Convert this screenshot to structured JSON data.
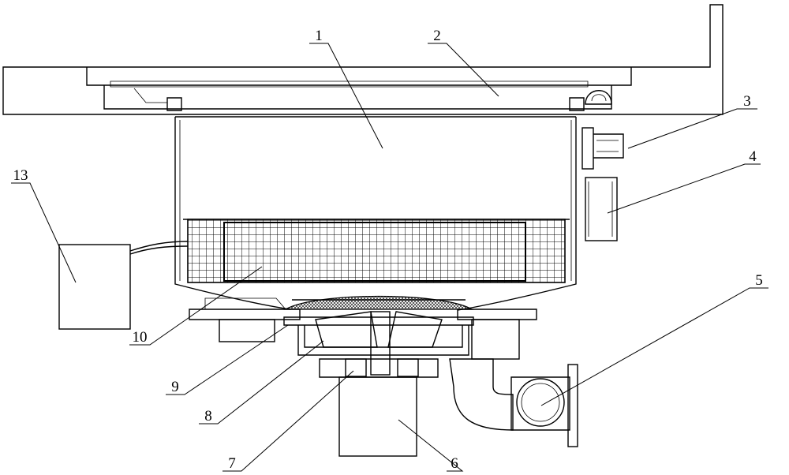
{
  "callouts": [
    {
      "id": "1",
      "label": "1"
    },
    {
      "id": "2",
      "label": "2"
    },
    {
      "id": "3",
      "label": "3"
    },
    {
      "id": "4",
      "label": "4"
    },
    {
      "id": "5",
      "label": "5"
    },
    {
      "id": "6",
      "label": "6"
    },
    {
      "id": "7",
      "label": "7"
    },
    {
      "id": "8",
      "label": "8"
    },
    {
      "id": "9",
      "label": "9"
    },
    {
      "id": "10",
      "label": "10"
    },
    {
      "id": "13",
      "label": "13"
    }
  ],
  "colors": {
    "line": "#000000",
    "background": "#ffffff"
  }
}
